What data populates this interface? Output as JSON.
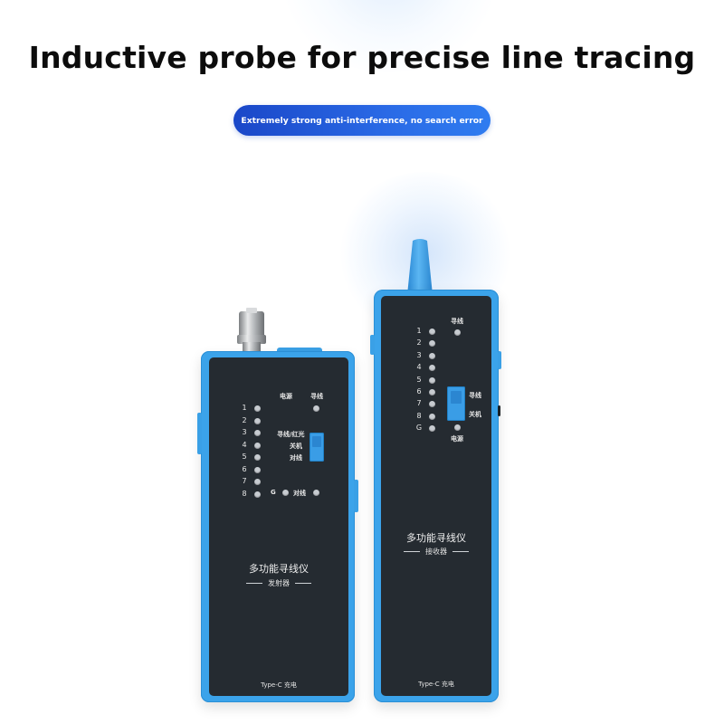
{
  "headline": "Inductive probe for precise line tracing",
  "banner": {
    "text": "Extremely strong anti-interference, no search error"
  },
  "colors": {
    "accent_blue": "#3ba3ea",
    "panel_dark": "#252b31",
    "pill_blue": "#1f56d6"
  },
  "transmitter": {
    "numbers": [
      "1",
      "2",
      "3",
      "4",
      "5",
      "6",
      "7",
      "8"
    ],
    "power_label": "电源",
    "trace_label": "寻线",
    "mode_trace": "寻线/红光",
    "mode_off": "关机",
    "mode_pair": "对线",
    "ground_label": "G",
    "pair_led_label": "对线",
    "brand": "多功能寻线仪",
    "role": "发射器",
    "charge": "Type-C 充电"
  },
  "receiver": {
    "numbers": [
      "1",
      "2",
      "3",
      "4",
      "5",
      "6",
      "7",
      "8",
      "G"
    ],
    "trace_label": "寻线",
    "switch_trace": "寻线",
    "switch_off": "关机",
    "power_label": "电源",
    "brand": "多功能寻线仪",
    "role": "接收器",
    "charge": "Type-C 充电"
  }
}
